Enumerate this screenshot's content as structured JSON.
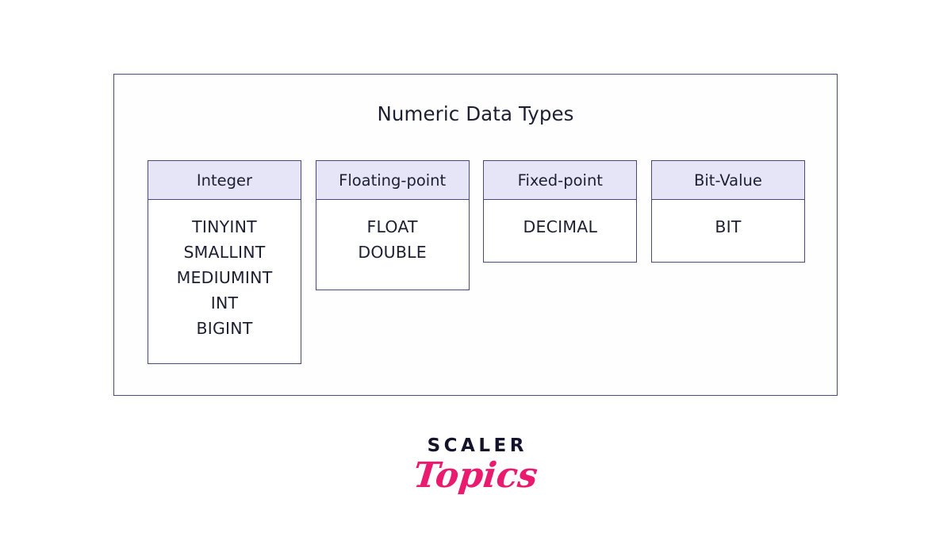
{
  "diagram": {
    "title": "Numeric Data Types",
    "categories": [
      {
        "id": "integer",
        "header": "Integer",
        "types": [
          "TINYINT",
          "SMALLINT",
          "MEDIUMINT",
          "INT",
          "BIGINT"
        ]
      },
      {
        "id": "floating",
        "header": "Floating-point",
        "types": [
          "FLOAT",
          "DOUBLE"
        ]
      },
      {
        "id": "fixed",
        "header": "Fixed-point",
        "types": [
          "DECIMAL"
        ]
      },
      {
        "id": "bitvalue",
        "header": "Bit-Value",
        "types": [
          "BIT"
        ]
      }
    ]
  },
  "branding": {
    "name": "SCALER",
    "sub": "Topics"
  },
  "colors": {
    "page_background": "#ffffff",
    "border": "#4a4878",
    "header_fill": "#e6e4f7",
    "text": "#1d2033",
    "brand_name": "#13142b",
    "brand_sub": "#ea1a6e"
  }
}
